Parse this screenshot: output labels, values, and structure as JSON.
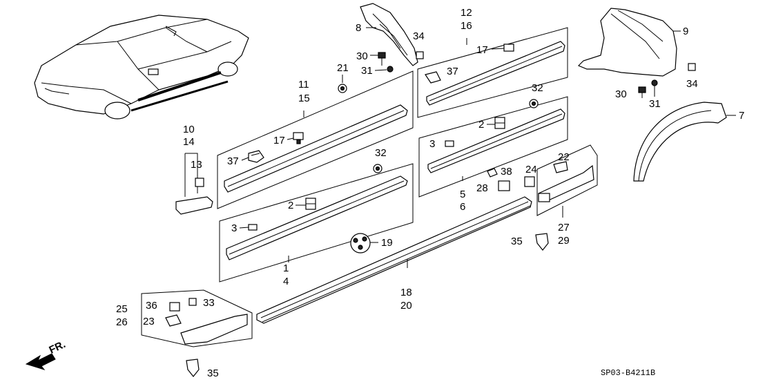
{
  "diagram": {
    "code": "SP03-B4211B",
    "direction": "FR.",
    "labels": {
      "l1": "1",
      "l2a": "2",
      "l2b": "2",
      "l3a": "3",
      "l3b": "3",
      "l4": "4",
      "l5": "5",
      "l6": "6",
      "l7": "7",
      "l8": "8",
      "l9": "9",
      "l10": "10",
      "l11": "11",
      "l12": "12",
      "l13": "13",
      "l14": "14",
      "l15": "15",
      "l16": "16",
      "l17a": "17",
      "l17b": "17",
      "l18": "18",
      "l19": "19",
      "l20": "20",
      "l21": "21",
      "l22": "22",
      "l23": "23",
      "l24": "24",
      "l25": "25",
      "l26": "26",
      "l27": "27",
      "l28": "28",
      "l29": "29",
      "l30a": "30",
      "l30b": "30",
      "l31a": "31",
      "l31b": "31",
      "l32a": "32",
      "l32b": "32",
      "l33": "33",
      "l34a": "34",
      "l34b": "34",
      "l35a": "35",
      "l35b": "35",
      "l36": "36",
      "l37a": "37",
      "l37b": "37",
      "l38": "38"
    }
  }
}
